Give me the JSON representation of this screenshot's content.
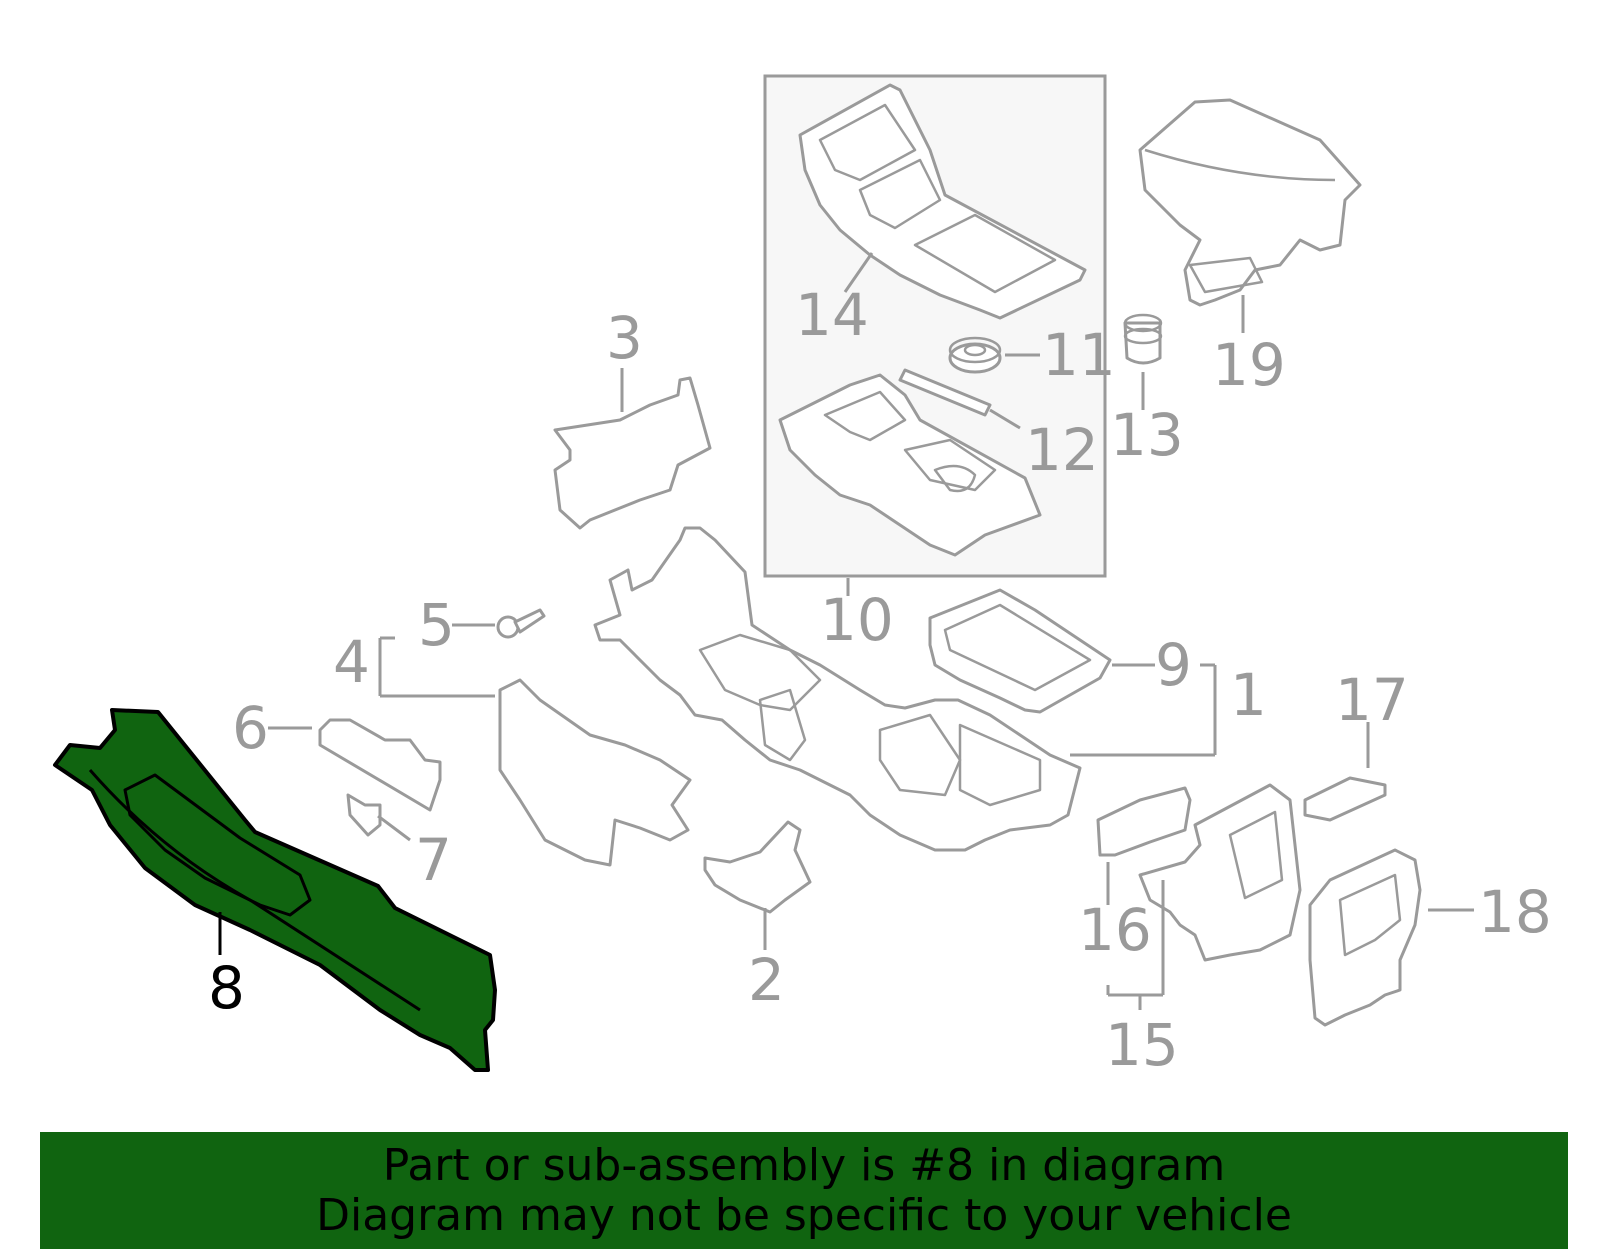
{
  "labels": {
    "p1": "1",
    "p2": "2",
    "p3": "3",
    "p4": "4",
    "p5": "5",
    "p6": "6",
    "p7": "7",
    "p8": "8",
    "p9": "9",
    "p10": "10",
    "p11": "11",
    "p12": "12",
    "p13": "13",
    "p14": "14",
    "p15": "15",
    "p16": "16",
    "p17": "17",
    "p18": "18",
    "p19": "19"
  },
  "highlighted_part": "8",
  "colors": {
    "highlight": "#106410",
    "line": "#9a9a9a",
    "inset_bg": "#f7f7f7"
  },
  "banner": {
    "line1": "Part or sub-assembly is #8 in diagram",
    "line2": "Diagram may not be specific to your vehicle"
  }
}
